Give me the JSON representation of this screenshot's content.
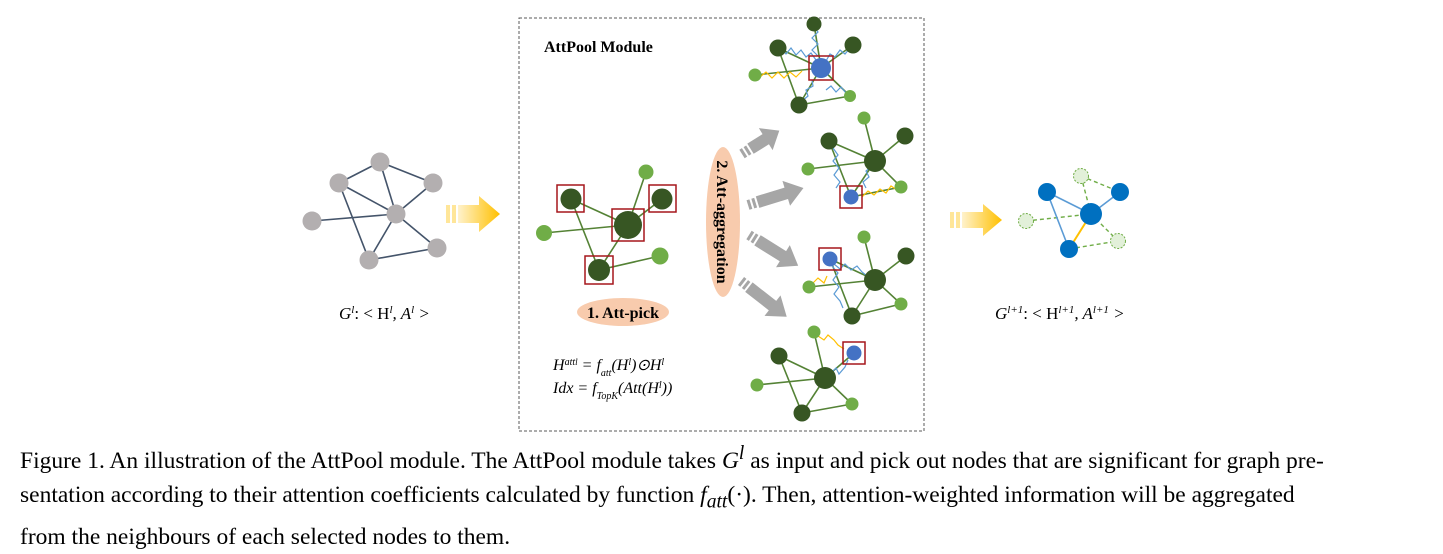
{
  "module_title": "AttPool Module",
  "step1_label": "1. Att-pick",
  "step2_label": "2. Att-aggregation",
  "input_label": {
    "g": "G",
    "g_sup": "l",
    "mid": ": < H",
    "h_sup": "l",
    "comma": ", A",
    "a_sup": "l",
    "end": " >"
  },
  "output_label": {
    "g": "G",
    "g_sup": "l+1",
    "mid": ": < H",
    "h_sup": "l+1",
    "comma": ", A",
    "a_sup": "l+1",
    "end": " >"
  },
  "formula1": {
    "lhs": "H",
    "lhs_sup": "att",
    "lhs_sup2": "l",
    "rhs": " = f",
    "rhs_sub": "att",
    "arg": "(H",
    "arg_sup": "l",
    "tail": ")⊙H",
    "tail_sup": "l"
  },
  "formula2": {
    "lhs": "Idx = f",
    "sub": "TopK",
    "arg": "(Att(H",
    "arg_sup": "l",
    "tail": "))"
  },
  "caption": {
    "line1_a": "Figure 1. An illustration of the AttPool module. The AttPool module takes ",
    "line1_g": "G",
    "line1_g_sup": "l",
    "line1_b": " as input and pick out nodes that are significant for graph pre-",
    "line2_a": "sentation according to their attention coefficients calculated by function ",
    "line2_f": "f",
    "line2_f_sub": "att",
    "line2_f_arg": "(·)",
    "line2_b": ". Then, attention-weighted information will be aggregated",
    "line3": "from the neighbours of each selected nodes to them."
  },
  "colors": {
    "gray_node": "#b3afb0",
    "gray_edge": "#44546a",
    "dark_green": "#375623",
    "light_green": "#70ad47",
    "blue": "#4472c4",
    "output_blue": "#0070c0",
    "selection_box": "#a5161c",
    "arrow_yellow": "#ffd966",
    "arrow_gray": "#a6a6a6",
    "label_fill": "#f8cbad"
  }
}
